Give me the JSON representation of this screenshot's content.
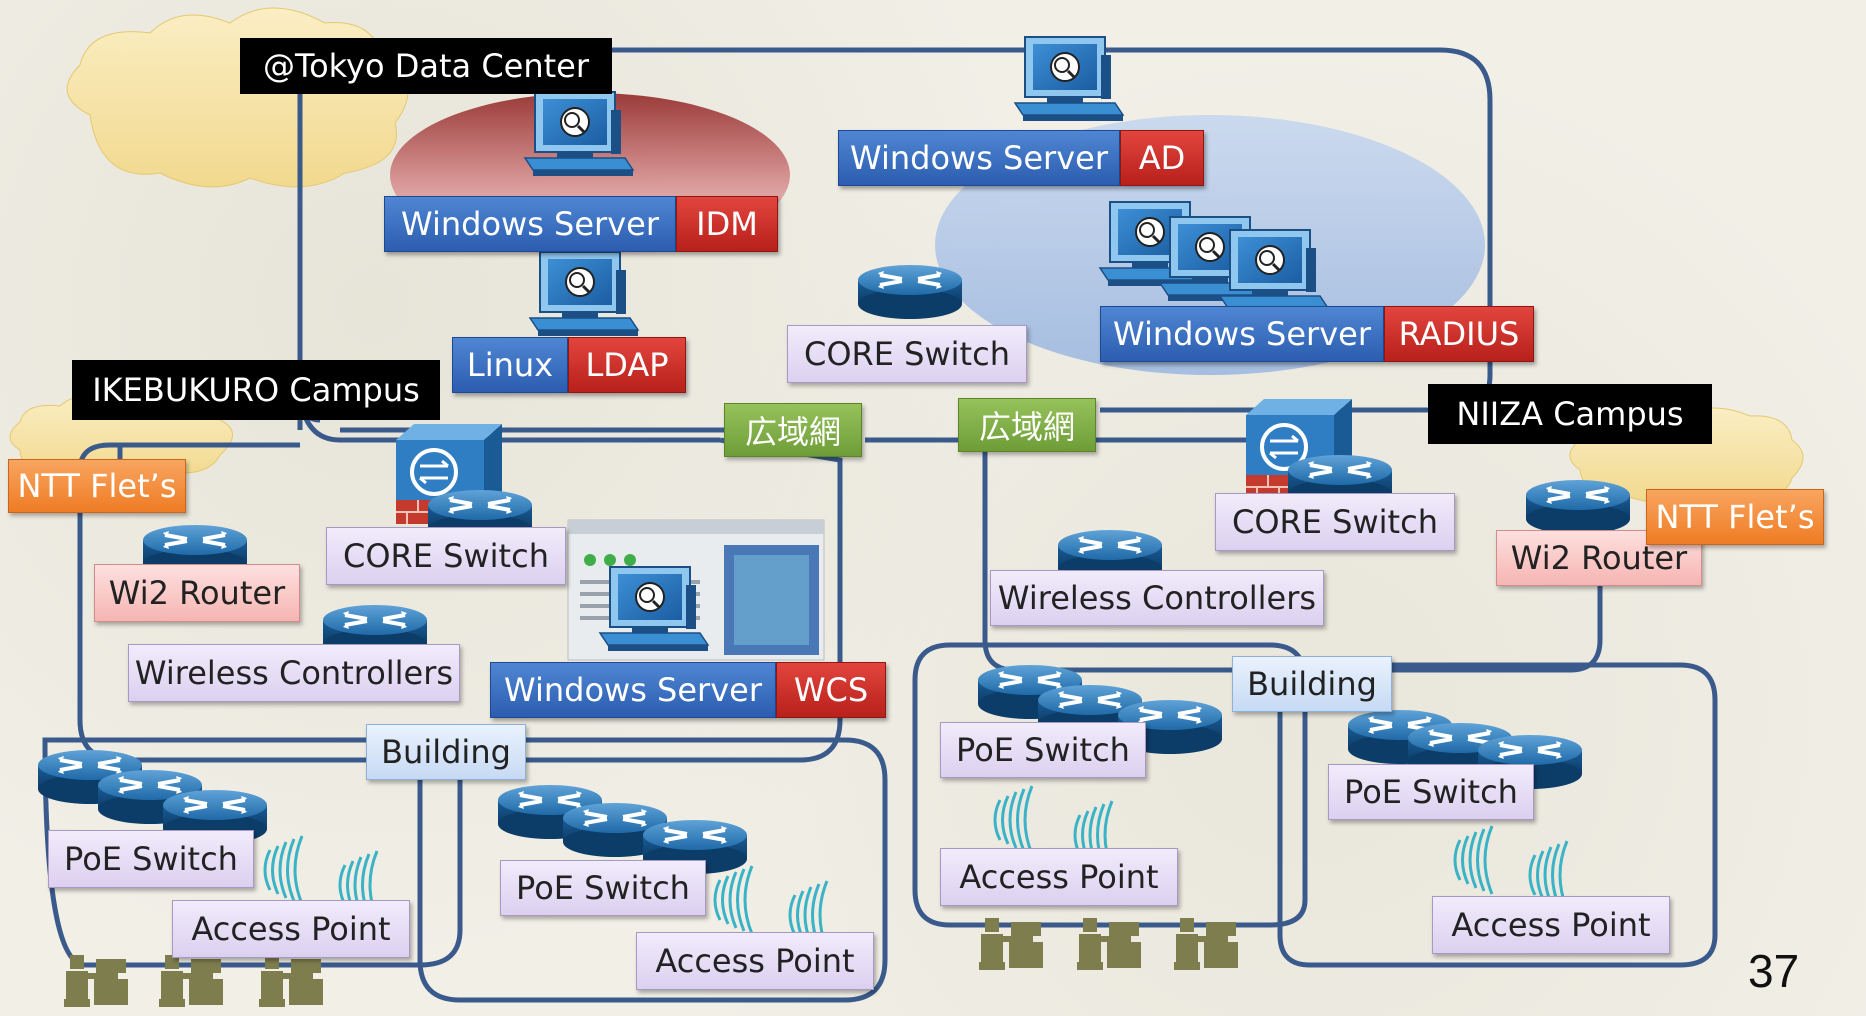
{
  "locations": {
    "tokyo": "@Tokyo Data Center",
    "ikebukuro": "IKEBUKURO Campus",
    "niiza": "NIIZA Campus"
  },
  "servers": {
    "idm": {
      "os": "Windows Server",
      "role": "IDM"
    },
    "ldap": {
      "os": "Linux",
      "role": "LDAP"
    },
    "ad": {
      "os": "Windows Server",
      "role": "AD"
    },
    "radius": {
      "os": "Windows Server",
      "role": "RADIUS"
    },
    "wcs": {
      "os": "Windows Server",
      "role": "WCS"
    }
  },
  "devices": {
    "core_switch": "CORE Switch",
    "wi2_router": "Wi2 Router",
    "wireless_controllers": "Wireless Controllers",
    "poe_switch": "PoE Switch",
    "access_point": "Access Point",
    "building": "Building",
    "ntt_flets": "NTT Flet’s",
    "wan": "広域網"
  },
  "page_number": "37",
  "colors": {
    "line": "#3a5a8c",
    "server_blue": "#2c5db0",
    "role_red": "#c0241e",
    "device_purple": "#e6ddf5",
    "router_pink": "#f8bcb9",
    "building_blue": "#d0e1f6",
    "wan_green": "#7fad45",
    "isp_orange": "#f38a35"
  },
  "icons": [
    "server-computer-icon",
    "router-icon",
    "firewall-icon",
    "wireless-signal-icon",
    "user-workstation-icon",
    "cloud-icon"
  ]
}
